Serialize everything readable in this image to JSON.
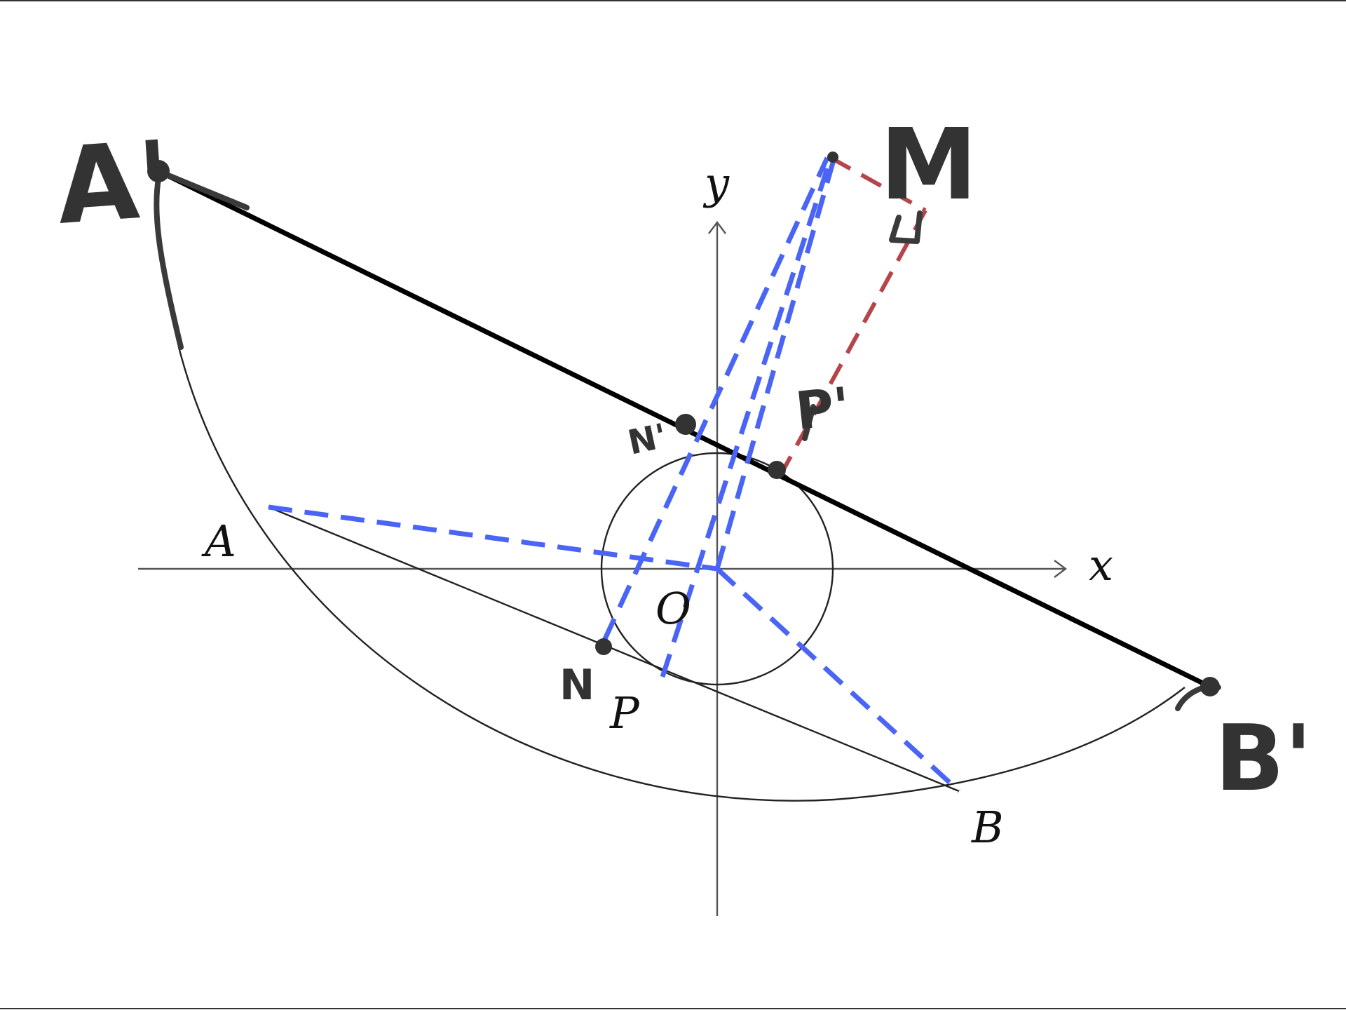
{
  "labels": {
    "A_prime": "A'",
    "B_prime": "B'",
    "M": "M",
    "N_prime": "N'",
    "P_prime": "P'",
    "A": "A",
    "B": "B",
    "O": "O",
    "P": "P",
    "N": "N",
    "x_axis": "x",
    "y_axis": "y"
  },
  "colors": {
    "blue_dashed": "#4a64f5",
    "red_dashed": "#b5454b",
    "handwriting": "#3a3a3a",
    "solid": "#000000"
  }
}
